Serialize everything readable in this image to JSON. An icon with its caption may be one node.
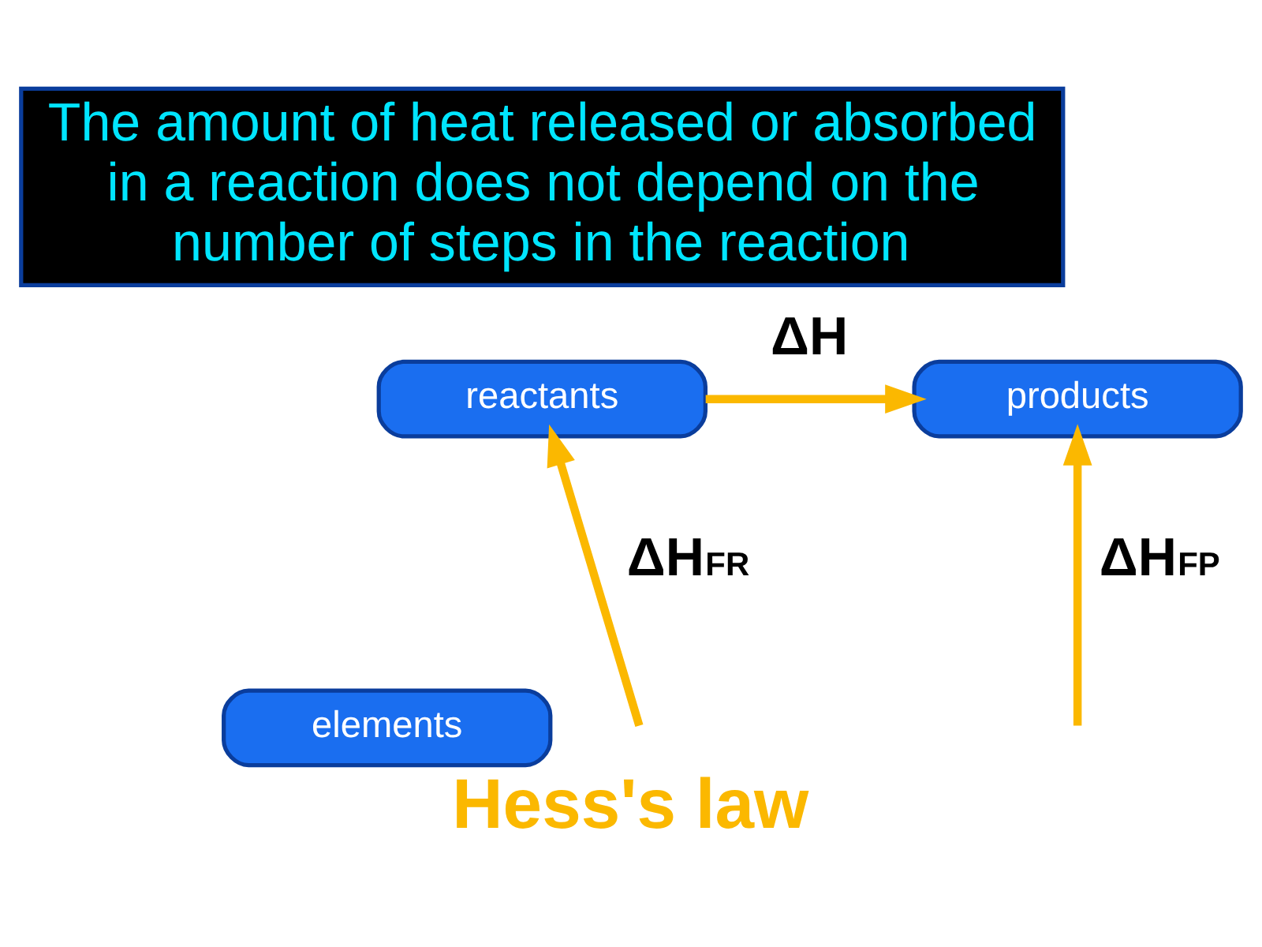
{
  "diagram": {
    "title": "Hess's law",
    "nodes": [
      {
        "text": [
          "The amount of heat released or absorbed in a reaction does not depend on the number of steps in the reaction"
        ]
      },
      {
        "text": [
          "reactants"
        ]
      },
      {
        "text": [
          "products"
        ]
      },
      {
        "text": [
          "elements"
        ]
      }
    ],
    "edges": [
      {
        "from": 1,
        "to": 2,
        "arrow": "to",
        "label": "ΔH",
        "color": "#fbb800"
      },
      {
        "from": null,
        "to": 1,
        "arrow": "to",
        "label": "ΔH$_{FR}$",
        "color": "#fbb800"
      },
      {
        "from": null,
        "to": 2,
        "arrow": "to",
        "label": "ΔH$_{FP}$",
        "color": "#fbb800"
      }
    ]
  }
}
